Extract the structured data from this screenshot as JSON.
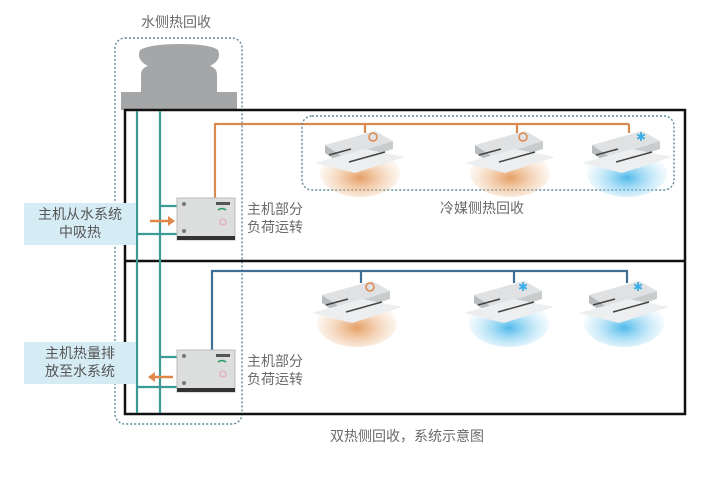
{
  "title_water_side": "水侧热回收",
  "refrigerant_side_label": "冷媒侧热回收",
  "caption": "双热侧回收，系统示意图",
  "upper_unit": {
    "callout_line1": "主机从水系统",
    "callout_line2": "中吸热",
    "status_line1": "主机部分",
    "status_line2": "负荷运转",
    "arrow_direction": "into-unit",
    "indoor_units": [
      {
        "mode": "heating",
        "icon": "sun-icon"
      },
      {
        "mode": "heating",
        "icon": "sun-icon"
      },
      {
        "mode": "cooling",
        "icon": "snowflake-icon"
      }
    ]
  },
  "lower_unit": {
    "callout_line1": "主机热量排",
    "callout_line2": "放至水系统",
    "status_line1": "主机部分",
    "status_line2": "负荷运转",
    "arrow_direction": "out-of-unit",
    "indoor_units": [
      {
        "mode": "heating",
        "icon": "sun-icon"
      },
      {
        "mode": "cooling",
        "icon": "snowflake-icon"
      },
      {
        "mode": "cooling",
        "icon": "snowflake-icon"
      }
    ]
  },
  "colors": {
    "heating": "#e0884a",
    "cooling": "#4fb8e6",
    "water_pipe": "#3a9a94",
    "refrigerant_pipe_heat": "#d98a4e",
    "refrigerant_pipe_cool": "#3f6f94",
    "frame": "#111111",
    "dashed_boundary": "#5c8a9a",
    "callout_bg": "#d6ecf5"
  }
}
